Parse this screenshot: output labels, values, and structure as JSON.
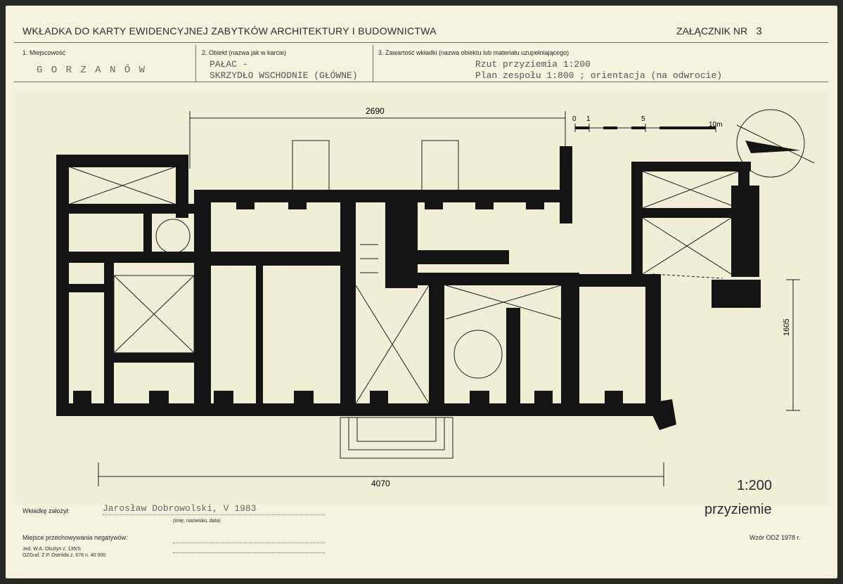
{
  "header": {
    "title": "WKŁADKA DO KARTY EWIDENCYJNEJ ZABYTKÓW ARCHITEKTURY I BUDOWNICTWA",
    "attachment_label": "ZAŁĄCZNIK NR",
    "attachment_no": "3"
  },
  "fields": {
    "f1_label": "1. Miejscowość",
    "f1_value": "G O R Z A N Ó W",
    "f2_label": "2. Obiekt (nazwa jak w karcie)",
    "f2_value_line1": "PAŁAC -",
    "f2_value_line2": "SKRZYDŁO WSCHODNIE (GŁÓWNE)",
    "f3_label": "3. Zawartość wkładki (nazwa obiektu lub materiału uzupełniającego)",
    "f3_value_line1": "Rzut przyziemia 1:200",
    "f3_value_line2": "Plan zespołu 1:800 ; orientacja (na odwrocie)"
  },
  "drawing": {
    "dim_top": "2690",
    "dim_bottom": "4070",
    "dim_side": "1605",
    "scale_ticks": [
      "0",
      "1",
      "5",
      "10m"
    ],
    "scale_text": "1:200",
    "level_text": "przyziemie"
  },
  "footer": {
    "made_by_label": "Wkładkę założył:",
    "made_by_value": "Jarosław Dobrowolski, V 1983",
    "made_by_hint": "(imię, nazwisko, data)",
    "negatives_label": "Miejsce przechowywania negatywów:",
    "print_line1": "Jed. W.A. Olsztyn z. 135/S",
    "print_line2": "OZGraf. Z.P. Ostróda z. 676 n. 40 000",
    "form_no": "Wzór ODZ 1978 r."
  }
}
